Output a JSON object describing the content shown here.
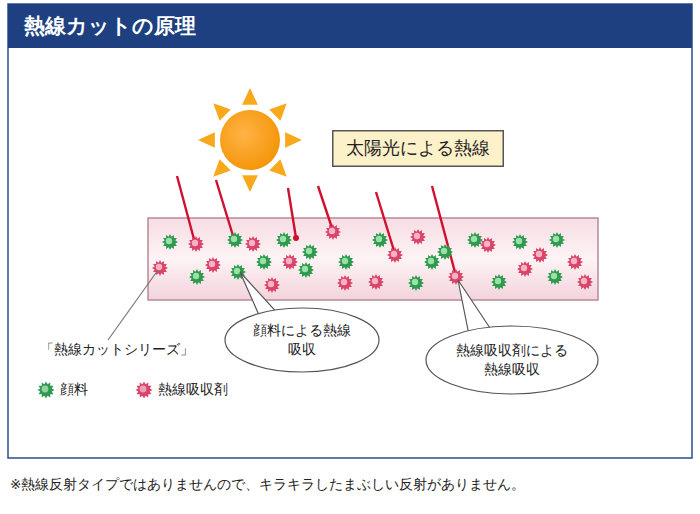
{
  "diagram": {
    "title": "熱線カットの原理",
    "caption": "※熱線反射タイプではありませんので、キラキラしたまぶしい反射がありません。",
    "nodes": [
      {
        "text": [
          "太陽光による熱線"
        ]
      },
      {
        "text": [
          "顔料による熱線 吸収"
        ]
      },
      {
        "text": [
          "熱線吸収剤による 熱線吸収"
        ]
      }
    ],
    "edges": [],
    "labels": [
      "「熱線カットシリーズ」"
    ],
    "legend": [
      {
        "text": "顔料",
        "color": "#2e9a4e"
      },
      {
        "text": "熱線吸収剤",
        "color": "#d9456a"
      }
    ]
  }
}
